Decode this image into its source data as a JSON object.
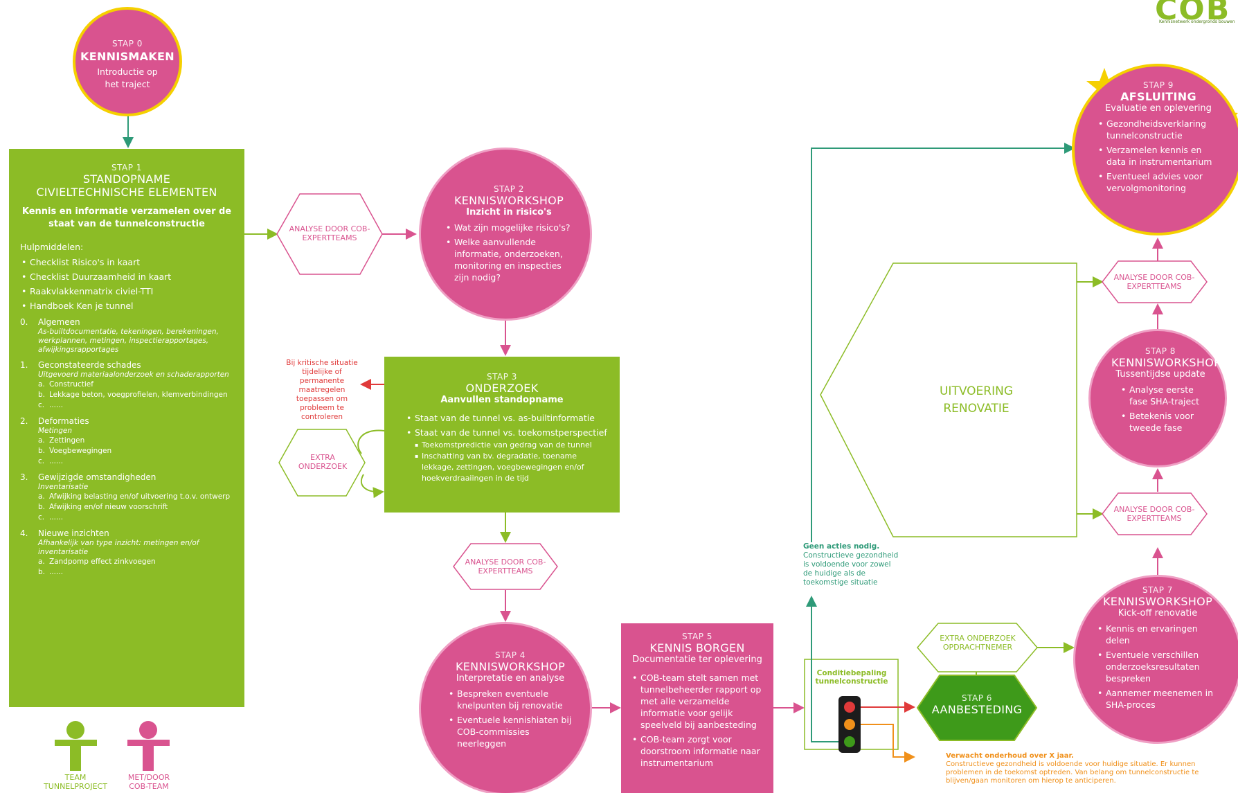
{
  "colors": {
    "pink": "#d9538f",
    "green": "#8cbc26",
    "teal": "#2e9a78",
    "red": "#e03a3a",
    "orange": "#f0901a",
    "yellow": "#f5d000",
    "dark_green": "#3e9a1a"
  },
  "logo": {
    "text": "COB",
    "tagline": "Kennisnetwerk ondergronds bouwen"
  },
  "step0": {
    "stap": "STAP 0",
    "title": "KENNISMAKEN",
    "sub": "Introductie op het traject"
  },
  "step1": {
    "stap": "STAP 1",
    "title_line1": "STANDOPNAME",
    "title_line2": "CIVIELTECHNISCHE ELEMENTEN",
    "sub": "Kennis en informatie verzamelen over de staat van de tunnelconstructie",
    "hulp_label": "Hulpmiddelen:",
    "hulp": [
      "Checklist Risico's in kaart",
      "Checklist Duurzaamheid in kaart",
      "Raakvlakkenmatrix civiel-TTI",
      "Handboek Ken je tunnel"
    ],
    "cats": [
      {
        "num": "0.",
        "title": "Algemeen",
        "desc": "As-builtdocumentatie, tekeningen, berekeningen, werkplannen, metingen, inspectierapportages, afwijkingsrapportages",
        "items": []
      },
      {
        "num": "1.",
        "title": "Geconstateerde schades",
        "desc": "Uitgevoerd materiaalonderzoek en schaderapporten",
        "items": [
          {
            "l": "a.",
            "t": "Constructief"
          },
          {
            "l": "b.",
            "t": "Lekkage beton, voegprofielen, klemverbindingen"
          },
          {
            "l": "c.",
            "t": "......"
          }
        ]
      },
      {
        "num": "2.",
        "title": "Deformaties",
        "desc": "Metingen",
        "items": [
          {
            "l": "a.",
            "t": "Zettingen"
          },
          {
            "l": "b.",
            "t": "Voegbewegingen"
          },
          {
            "l": "c.",
            "t": "......"
          }
        ]
      },
      {
        "num": "3.",
        "title": "Gewijzigde omstandigheden",
        "desc": "Inventarisatie",
        "items": [
          {
            "l": "a.",
            "t": "Afwijking belasting en/of uitvoering t.o.v. ontwerp"
          },
          {
            "l": "b.",
            "t": "Afwijking en/of nieuw voorschrift"
          },
          {
            "l": "c.",
            "t": "......"
          }
        ]
      },
      {
        "num": "4.",
        "title": "Nieuwe inzichten",
        "desc": "Afhankelijk van type inzicht: metingen en/of inventarisatie",
        "items": [
          {
            "l": "a.",
            "t": "Zandpomp effect zinkvoegen"
          },
          {
            "l": "b.",
            "t": "......"
          }
        ]
      }
    ]
  },
  "hex_analyse_1": "ANALYSE DOOR COB-EXPERTTEAMS",
  "step2": {
    "stap": "STAP 2",
    "title": "KENNISWORKSHOP",
    "sub": "Inzicht in risico's",
    "bullets": [
      "Wat zijn mogelijke risico's?",
      "Welke aanvullende informatie, onderzoeken, monitoring en inspecties zijn nodig?"
    ]
  },
  "kritisch_note": "Bij kritische situatie tijdelijke of permanente maatregelen toepassen om probleem te controleren",
  "hex_extra": "EXTRA ONDERZOEK",
  "step3": {
    "stap": "STAP 3",
    "title": "ONDERZOEK",
    "sub": "Aanvullen standopname",
    "b1": "Staat van de tunnel vs. as-builtinformatie",
    "b2": "Staat van de tunnel vs. toekomstperspectief",
    "sub_items": [
      "Toekomstpredictie van gedrag van de tunnel",
      "Inschatting van bv. degradatie, toename lekkage, zettingen, voegbewegingen en/of hoekverdraaiingen in de tijd"
    ]
  },
  "hex_analyse_2": "ANALYSE DOOR COB-EXPERTTEAMS",
  "step4": {
    "stap": "STAP 4",
    "title": "KENNISWORKSHOP",
    "sub": "Interpretatie en analyse",
    "bullets": [
      "Bespreken eventuele knelpunten bij renovatie",
      "Eventuele kennishiaten bij COB-commissies neerleggen"
    ]
  },
  "step5": {
    "stap": "STAP 5",
    "title": "KENNIS BORGEN",
    "sub": "Documentatie ter oplevering",
    "bullets": [
      "COB-team stelt samen met tunnelbeheerder rapport op met alle verzamelde informatie voor gelijk speelveld bij aanbesteding",
      "COB-team zorgt voor doorstroom informatie naar instrumentarium"
    ]
  },
  "conditie": "Conditiebepaling tunnelconstructie",
  "geen_acties": {
    "bold": "Geen acties nodig.",
    "text": "Constructieve gezondheid is voldoende voor zowel de huidige als de toekomstige situatie"
  },
  "verwacht": {
    "bold": "Verwacht onderhoud over X jaar.",
    "text": "Constructieve gezondheid is voldoende voor huidige situatie. Er kunnen problemen in de toekomst optreden. Van belang om tunnelconstructie te blijven/gaan monitoren om hierop te anticiperen."
  },
  "hex_extra_opdr": "EXTRA ONDERZOEK OPDRACHTNEMER",
  "step6": {
    "stap": "STAP 6",
    "title": "AANBESTEDING"
  },
  "uitvoering": "UITVOERING RENOVATIE",
  "step7": {
    "stap": "STAP 7",
    "title": "KENNISWORKSHOP",
    "sub": "Kick-off renovatie",
    "bullets": [
      "Kennis en ervaringen delen",
      "Eventuele verschillen onderzoeksresultaten bespreken",
      "Aannemer meenemen in SHA-proces"
    ]
  },
  "hex_analyse_3": "ANALYSE DOOR COB-EXPERTTEAMS",
  "step8": {
    "stap": "STAP 8",
    "title": "KENNISWORKSHOP",
    "sub": "Tussentijdse update",
    "bullets": [
      "Analyse eerste fase SHA-traject",
      "Betekenis voor tweede fase"
    ]
  },
  "hex_analyse_4": "ANALYSE DOOR COB-EXPERTTEAMS",
  "step9": {
    "stap": "STAP 9",
    "title": "AFSLUITING",
    "sub": "Evaluatie en oplevering",
    "bullets": [
      "Gezondheidsverklaring tunnelconstructie",
      "Verzamelen kennis en data in instrumentarium",
      "Eventueel advies voor vervolgmonitoring"
    ]
  },
  "legend": [
    {
      "label_line1": "TEAM",
      "label_line2": "TUNNELPROJECT",
      "color": "#8cbc26"
    },
    {
      "label_line1": "MET/DOOR",
      "label_line2": "COB-TEAM",
      "color": "#d9538f"
    }
  ]
}
